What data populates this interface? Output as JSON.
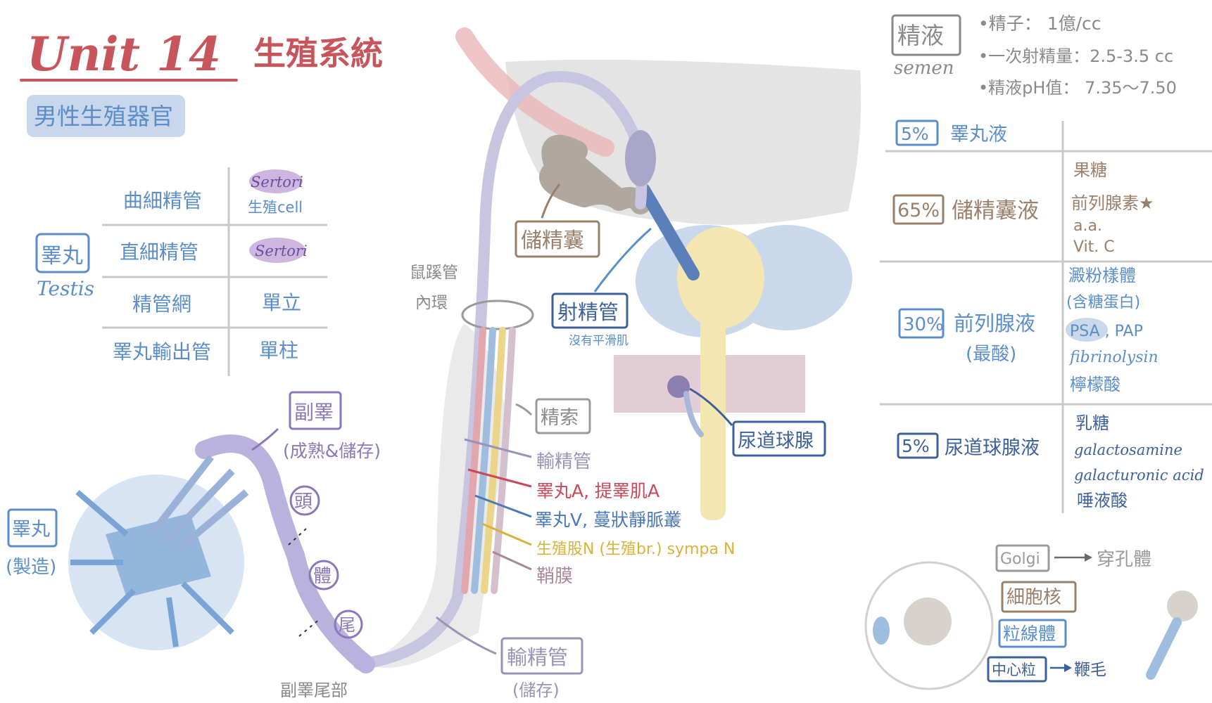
{
  "title": {
    "unit": "Unit 14",
    "topic": "生殖系統",
    "subtitle": "男性生殖器官"
  },
  "testis_table": {
    "side_label": "睪丸",
    "side_label_en": "Testis",
    "rows": [
      {
        "left": "曲細精管",
        "right_top": "Sertori",
        "right_bottom": "生殖cell"
      },
      {
        "left": "直細精管",
        "right_top": "Sertori",
        "right_bottom": ""
      },
      {
        "left": "精管網",
        "right_top": "單立",
        "right_bottom": ""
      },
      {
        "left": "睪丸輸出管",
        "right_top": "單柱",
        "right_bottom": ""
      }
    ]
  },
  "diagram": {
    "epididymis": "副睪",
    "epididymis_note": "(成熟&儲存)",
    "head": "頭",
    "body": "體",
    "tail": "尾",
    "testis": "睪丸",
    "testis_note": "(製造)",
    "epididymis_tail": "副睪尾部",
    "inguinal_ring_1": "鼠蹊管",
    "inguinal_ring_2": "內環",
    "seminal_vesicle": "儲精囊",
    "ejaculatory_duct": "射精管",
    "ejaculatory_note": "沒有平滑肌",
    "bulbourethral_gland": "尿道球腺",
    "spermatic_cord": "精索",
    "vas_deferens": "輸精管",
    "vas_deferens_note": "(儲存)",
    "cord_contents": [
      {
        "text": "輸精管",
        "color": "#9a93b8"
      },
      {
        "text": "睪丸A, 提睪肌A",
        "color": "#c9485a"
      },
      {
        "text": "睪丸V, 蔓狀靜脈叢",
        "color": "#4a78b8"
      },
      {
        "text": "生殖股N (生殖br.)  sympa N",
        "color": "#d9b13c"
      },
      {
        "text": "鞘膜",
        "color": "#a98898"
      }
    ]
  },
  "semen": {
    "label": "精液",
    "label_en": "semen",
    "facts": [
      "•精子： 1億/cc",
      "•一次射精量：2.5-3.5 cc",
      "•精液pH值： 7.35～7.50"
    ],
    "rows": [
      {
        "percent": "5%",
        "name": "睪丸液",
        "items": []
      },
      {
        "percent": "65%",
        "name": "儲精囊液",
        "items": [
          "果糖",
          "前列腺素★",
          "a.a.",
          "Vit. C"
        ]
      },
      {
        "percent": "30%",
        "name": "前列腺液",
        "name2": "(最酸)",
        "items": [
          "澱粉樣體",
          "(含糖蛋白)",
          "PSA , PAP",
          "fibrinolysin",
          "檸檬酸"
        ]
      },
      {
        "percent": "5%",
        "name": "尿道球腺液",
        "items": [
          "乳糖",
          "galactosamine",
          "galacturonic acid",
          "唾液酸"
        ]
      }
    ]
  },
  "sperm_development": {
    "golgi": "Golgi",
    "acrosome": "穿孔體",
    "nucleus": "細胞核",
    "mitochondria": "粒線體",
    "centriole": "中心粒",
    "flagellum": "鞭毛"
  },
  "colors": {
    "title_red": "#c9555c",
    "blue": "#5b8ec8",
    "purple": "#8a78b8",
    "brown": "#9a7f6a",
    "navy": "#3d5f9a",
    "yellow": "#d9b13c"
  }
}
